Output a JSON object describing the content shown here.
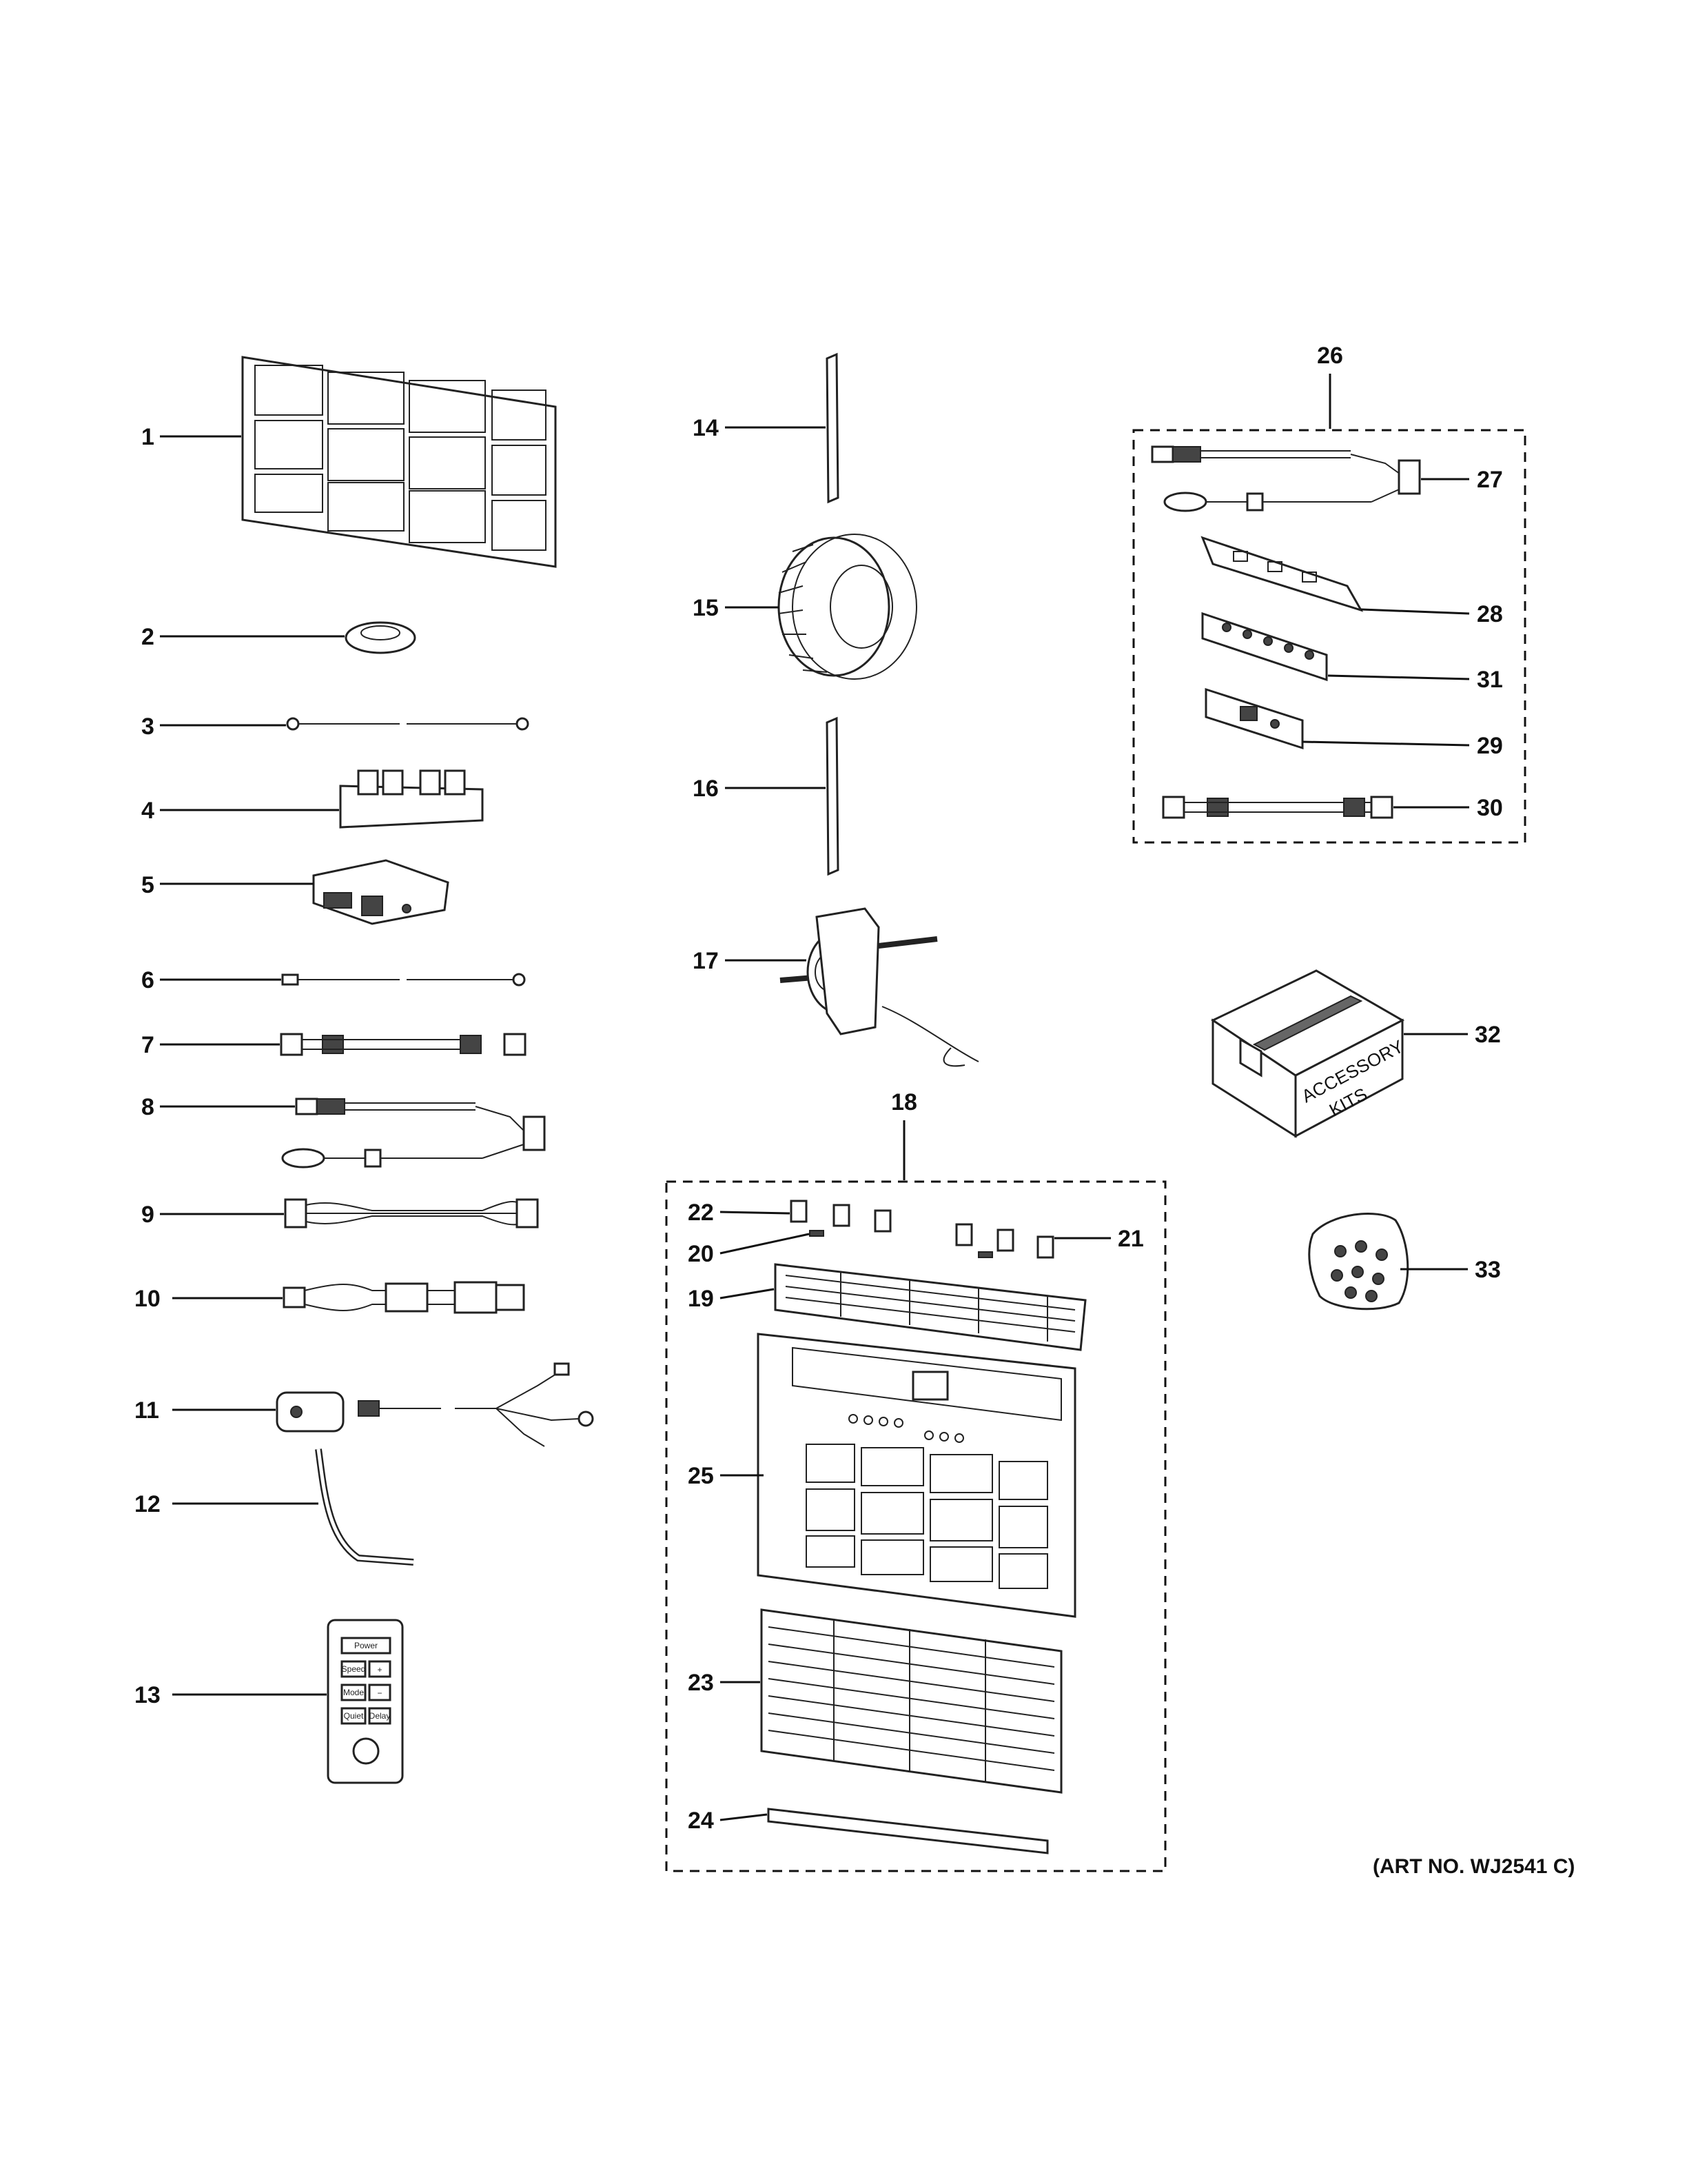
{
  "callouts": [
    "1",
    "2",
    "3",
    "4",
    "5",
    "6",
    "7",
    "8",
    "9",
    "10",
    "11",
    "12",
    "13",
    "14",
    "15",
    "16",
    "17",
    "18",
    "19",
    "20",
    "21",
    "22",
    "23",
    "24",
    "25",
    "26",
    "27",
    "28",
    "29",
    "30",
    "31",
    "32",
    "33"
  ],
  "art_number": "(ART NO. WJ2541 C)",
  "remote_buttons": [
    "Power",
    "Speed",
    "+",
    "Mode",
    "−",
    "Quiet",
    "Delay"
  ],
  "accessory_box_text": [
    "ACCESSORY",
    "KITS"
  ]
}
